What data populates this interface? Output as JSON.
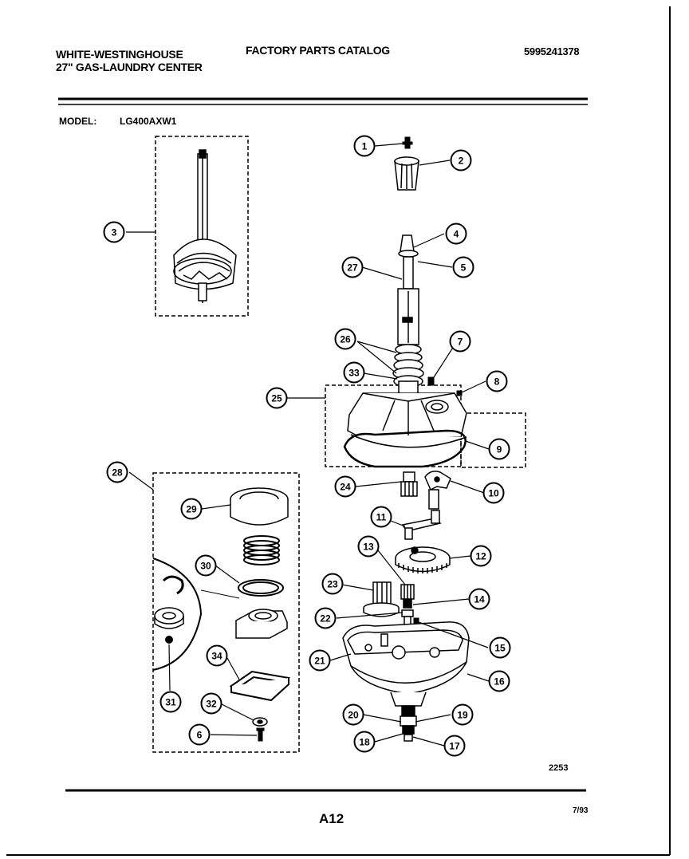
{
  "header": {
    "brand": "WHITE-WESTINGHOUSE",
    "product": "27\" GAS-LAUNDRY CENTER",
    "catalog_title": "FACTORY PARTS CATALOG",
    "catalog_number": "5995241378"
  },
  "model": {
    "label": "MODEL:",
    "value": "LG400AXW1"
  },
  "diagram": {
    "drawing_number": "2253",
    "callouts": [
      "1",
      "2",
      "3",
      "4",
      "5",
      "27",
      "26",
      "7",
      "33",
      "8",
      "25",
      "9",
      "28",
      "24",
      "10",
      "29",
      "11",
      "13",
      "12",
      "30",
      "23",
      "14",
      "22",
      "15",
      "21",
      "16",
      "34",
      "31",
      "32",
      "20",
      "19",
      "6",
      "18",
      "17"
    ]
  },
  "footer": {
    "page": "A12",
    "date": "7/93"
  }
}
